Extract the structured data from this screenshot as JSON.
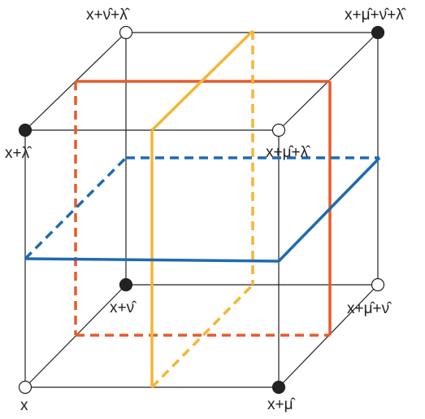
{
  "vertex_labels": {
    "origin": "x",
    "x_mu": "x+μ̂",
    "x_nu": "x+ν̂",
    "x_lambda": "x+λ̂",
    "x_mu_nu": "x+μ̂+ν̂",
    "x_mu_lambda": "x+μ̂+λ̂",
    "x_nu_lambda": "x+ν̂+λ̂",
    "x_mu_nu_lambda": "x+μ̂+ν̂+λ̂"
  },
  "vertex_fill": {
    "origin": "open",
    "x_mu": "filled",
    "x_nu": "filled",
    "x_lambda": "filled",
    "x_mu_nu": "open",
    "x_mu_lambda": "open",
    "x_nu_lambda": "open",
    "x_mu_nu_lambda": "filled"
  },
  "colors": {
    "cube_edges": "#222222",
    "filled_vertex": "#222222",
    "open_vertex": "#ffffff",
    "plane_orange_red": "#e85a2a",
    "plane_yellow": "#f5b535",
    "plane_blue": "#1e6bb0"
  }
}
